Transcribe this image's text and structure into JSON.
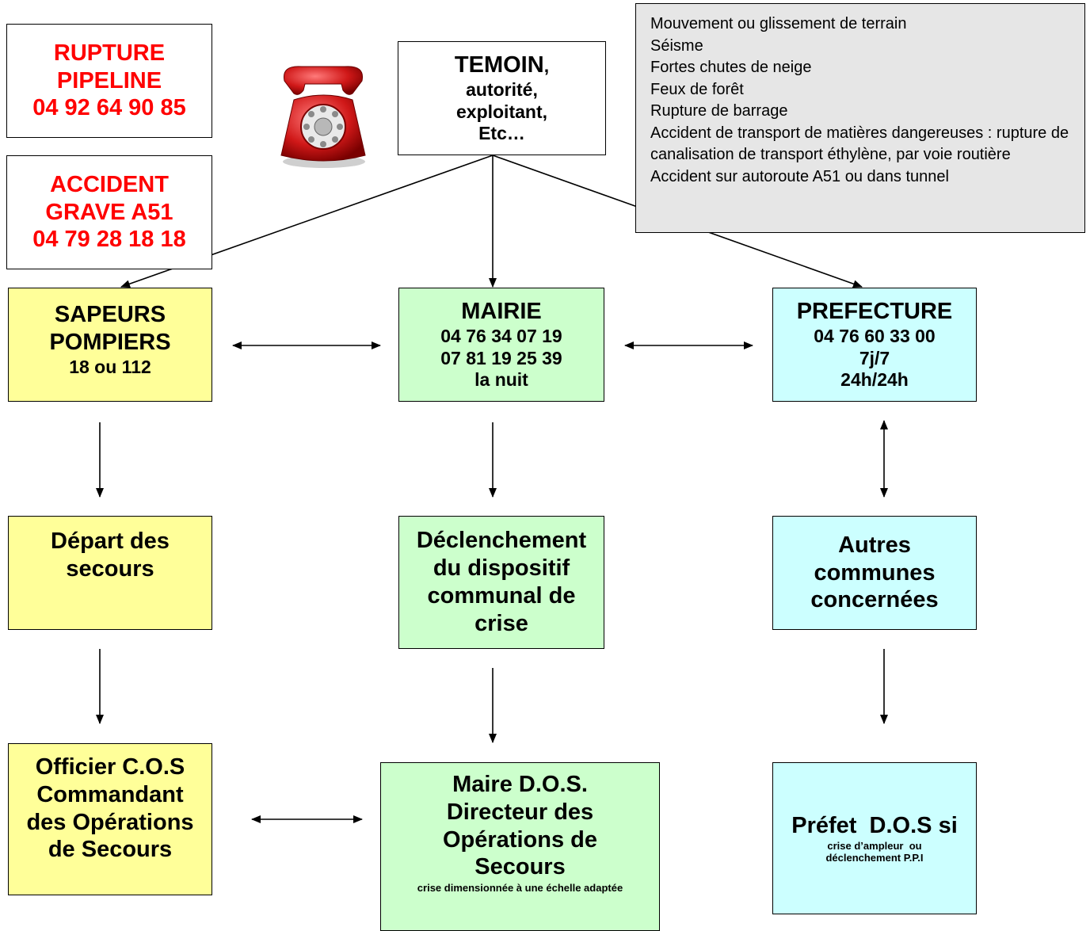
{
  "emergency_numbers": {
    "pipeline": {
      "line1": "RUPTURE",
      "line2": "PIPELINE",
      "phone": "04 92 64 90 85"
    },
    "a51": {
      "line1": "ACCIDENT",
      "line2": "GRAVE A51",
      "phone": "04 79 28 18 18"
    }
  },
  "witness": {
    "title": "TEMOIN",
    "comma": ",",
    "line2": "autorité,",
    "line3": "exploitant,",
    "line4": "Etc…"
  },
  "hazards": [
    "Mouvement ou glissement de terrain",
    "Séisme",
    "Fortes chutes de neige",
    "Feux de forêt",
    "Rupture de barrage",
    "Accident de transport de matières dangereuses : rupture de canalisation de transport éthylène, par voie routière",
    "Accident sur autoroute A51 ou dans tunnel"
  ],
  "pompiers": {
    "line1": "SAPEURS",
    "line2": "POMPIERS",
    "phone": "18 ou 112"
  },
  "mairie": {
    "title": "MAIRIE",
    "phone1": "04 76 34 07 19",
    "phone2": "07 81 19 25 39",
    "note": "la nuit"
  },
  "prefecture": {
    "title": "PREFECTURE",
    "phone": "04 76 60 33 00",
    "line2": "7j/7",
    "line3": "24h/24h"
  },
  "depart": {
    "line1": "Départ des",
    "line2": "secours"
  },
  "declenchement": {
    "line1": "Déclenchement",
    "line2": "du dispositif",
    "line3": "communal de",
    "line4": "crise"
  },
  "autres": {
    "line1": "Autres",
    "line2": "communes",
    "line3": "concernées"
  },
  "officier": {
    "line1": "Officier C.O.S",
    "line2": "Commandant",
    "line3": "des Opérations",
    "line4": "de Secours"
  },
  "maire_dos": {
    "line1": "Maire D.O.S.",
    "line2": "Directeur des",
    "line3": "Opérations de",
    "line4": "Secours",
    "note": "crise dimensionnée à une échelle adaptée"
  },
  "prefet_dos": {
    "line1": "Préfet  D.O.S si",
    "note1": "crise d’ampleur  ou",
    "note2": "déclenchement P.P.I"
  },
  "colors": {
    "red_text": "#ff0000",
    "yellow": "#ffff99",
    "green": "#ccffcc",
    "cyan": "#ccffff",
    "grey": "#e6e6e6"
  },
  "icons": {
    "phone": "red-rotary-telephone-icon"
  }
}
